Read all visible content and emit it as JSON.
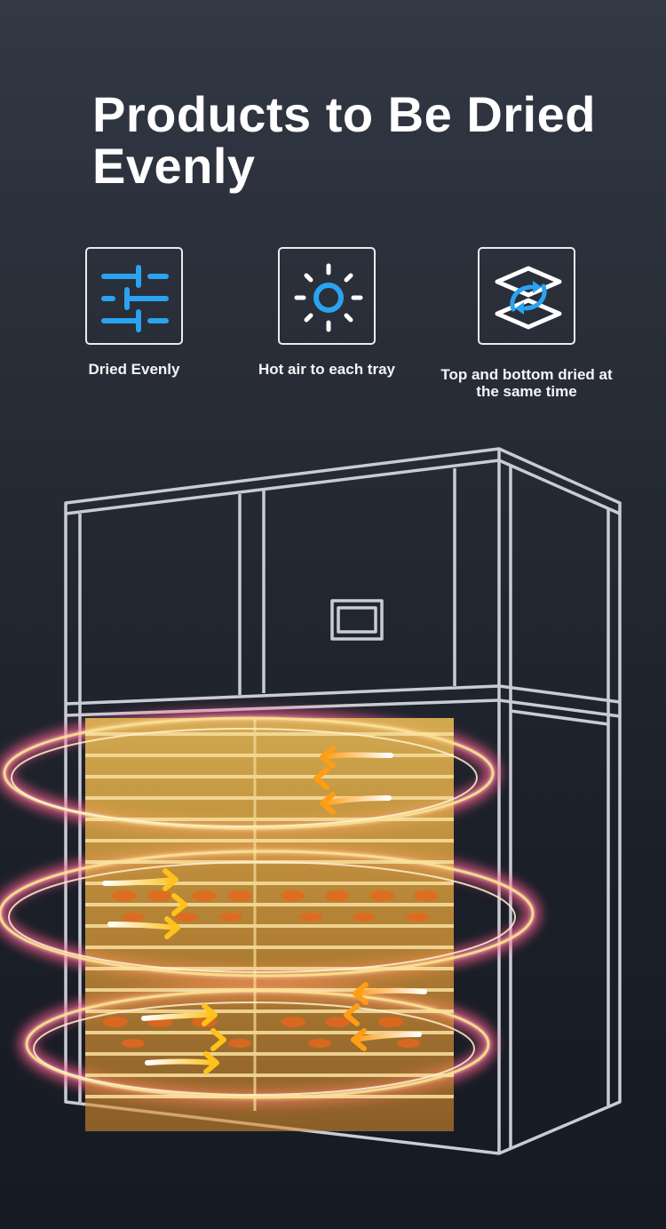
{
  "title": "Products to Be Dried Evenly",
  "features": [
    {
      "icon": "sliders-icon",
      "label": "Dried Evenly"
    },
    {
      "icon": "sun-icon",
      "label": "Hot air to each tray"
    },
    {
      "icon": "layers-cycle-icon",
      "label": "Top and bottom dried at the same time"
    }
  ],
  "colors": {
    "accent": "#2aa3f0",
    "outline": "#c9ccd4",
    "heat": "#f2a51c",
    "glow": "#ff6fa0"
  }
}
